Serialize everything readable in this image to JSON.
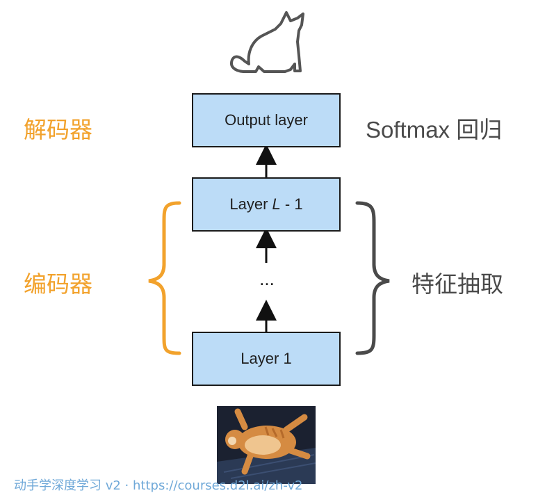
{
  "layers": {
    "output": "Output layer",
    "hidden_prefix": "Layer ",
    "hidden_var": "L",
    "hidden_suffix": " - 1",
    "ellipsis": "...",
    "first": "Layer 1"
  },
  "labels": {
    "decoder": "解码器",
    "encoder": "编码器",
    "softmax": "Softmax 回归",
    "feature": "特征抽取"
  },
  "footer": {
    "caption": "动手学深度学习 v2 · https://courses.d2l.ai/zh-v2"
  },
  "colors": {
    "orange": "#f2a22c",
    "gray": "#4a4a4a",
    "box_fill": "#bcdcf7"
  },
  "icons": {
    "top": "cat-silhouette-icon",
    "bottom": "cat-photo"
  }
}
